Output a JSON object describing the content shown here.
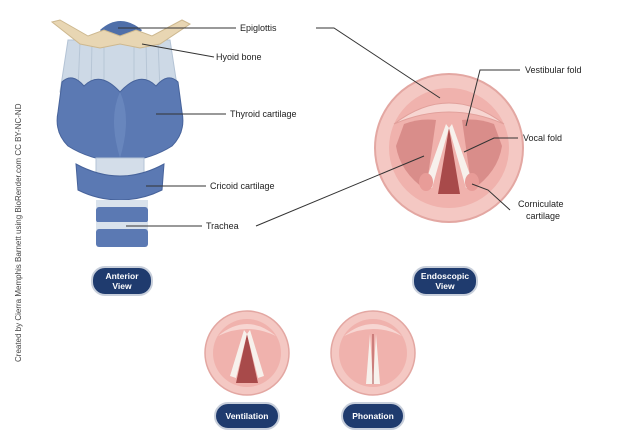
{
  "credit": "Created by Cierra Memphis Barnett using BioRender.com CC BY-NC-ND",
  "labels": {
    "epiglottis": "Epiglottis",
    "hyoid_bone": "Hyoid bone",
    "thyroid_cartilage": "Thyroid cartilage",
    "cricoid_cartilage": "Cricoid cartilage",
    "trachea": "Trachea",
    "vestibular_fold": "Vestibular fold",
    "vocal_fold": "Vocal fold",
    "corniculate_line1": "Corniculate",
    "corniculate_line2": "cartilage"
  },
  "buttons": {
    "anterior_line1": "Anterior",
    "anterior_line2": "View",
    "endoscopic_line1": "Endoscopic",
    "endoscopic_line2": "View",
    "ventilation": "Ventilation",
    "phonation": "Phonation"
  },
  "colors": {
    "cartilage_blue": "#5b79b3",
    "cartilage_dark": "#3f5b93",
    "membrane_grey": "#c9d6e4",
    "bone_beige": "#e5d3b1",
    "mucosa_pink": "#f2b9b5",
    "fold_red": "#c96a6a",
    "button_navy": "#1f3b6e"
  }
}
